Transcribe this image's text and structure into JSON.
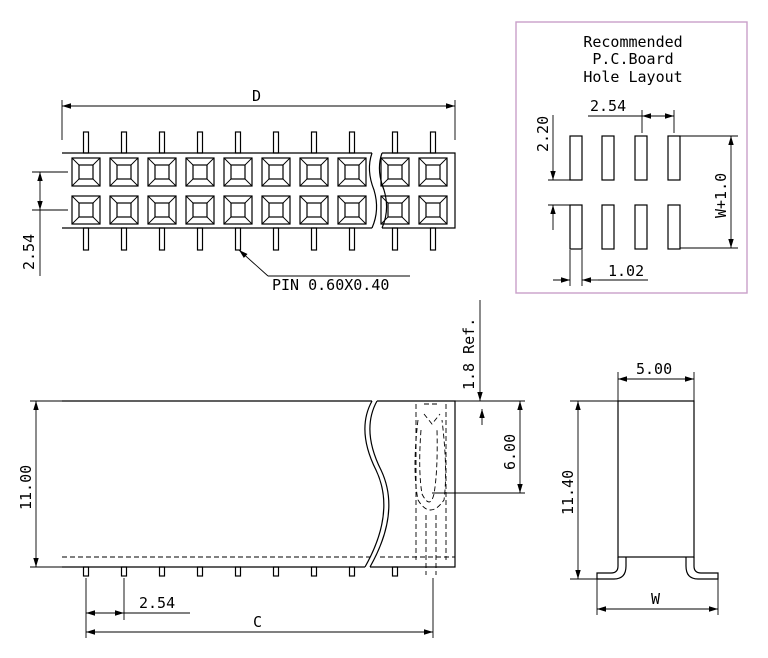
{
  "top_view": {
    "dim_length": "D",
    "dim_pitch": "2.54",
    "pin_note": "PIN 0.60X0.40",
    "pin_count_per_row": 10
  },
  "pcb_layout": {
    "title_line1": "Recommended",
    "title_line2": "P.C.Board",
    "title_line3": "Hole Layout",
    "dim_pitch": "2.54",
    "dim_row": "2.20",
    "dim_width": "W+1.0",
    "dim_hole": "1.02"
  },
  "front_view": {
    "dim_height": "11.00",
    "dim_ref": "1.8 Ref.",
    "dim_contact": "6.00",
    "dim_pitch": "2.54",
    "dim_length": "C"
  },
  "side_view": {
    "dim_top": "5.00",
    "dim_height": "11.40",
    "dim_width": "W"
  },
  "colors": {
    "line": "#000000",
    "layout_border": "#c9a0c9"
  }
}
